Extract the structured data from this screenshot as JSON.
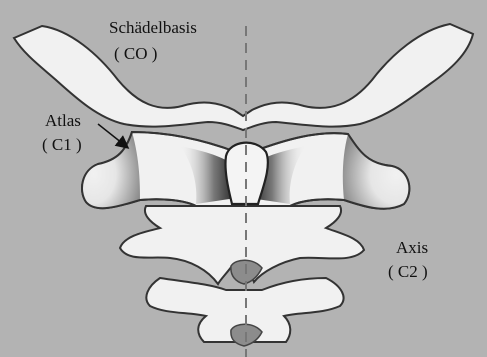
{
  "labels": {
    "skull_base": {
      "name": "Schädelbasis",
      "code": "( CO )"
    },
    "atlas": {
      "name": "Atlas",
      "code": "( C1 )"
    },
    "axis": {
      "name": "Axis",
      "code": "( C2 )"
    }
  },
  "colors": {
    "background": "#b3b3b3",
    "bone_fill": "#f1f1f1",
    "outline": "#333333",
    "joint_shadow": "#555555",
    "midline": "#777777",
    "dens_tip": "#8c8c8c"
  }
}
